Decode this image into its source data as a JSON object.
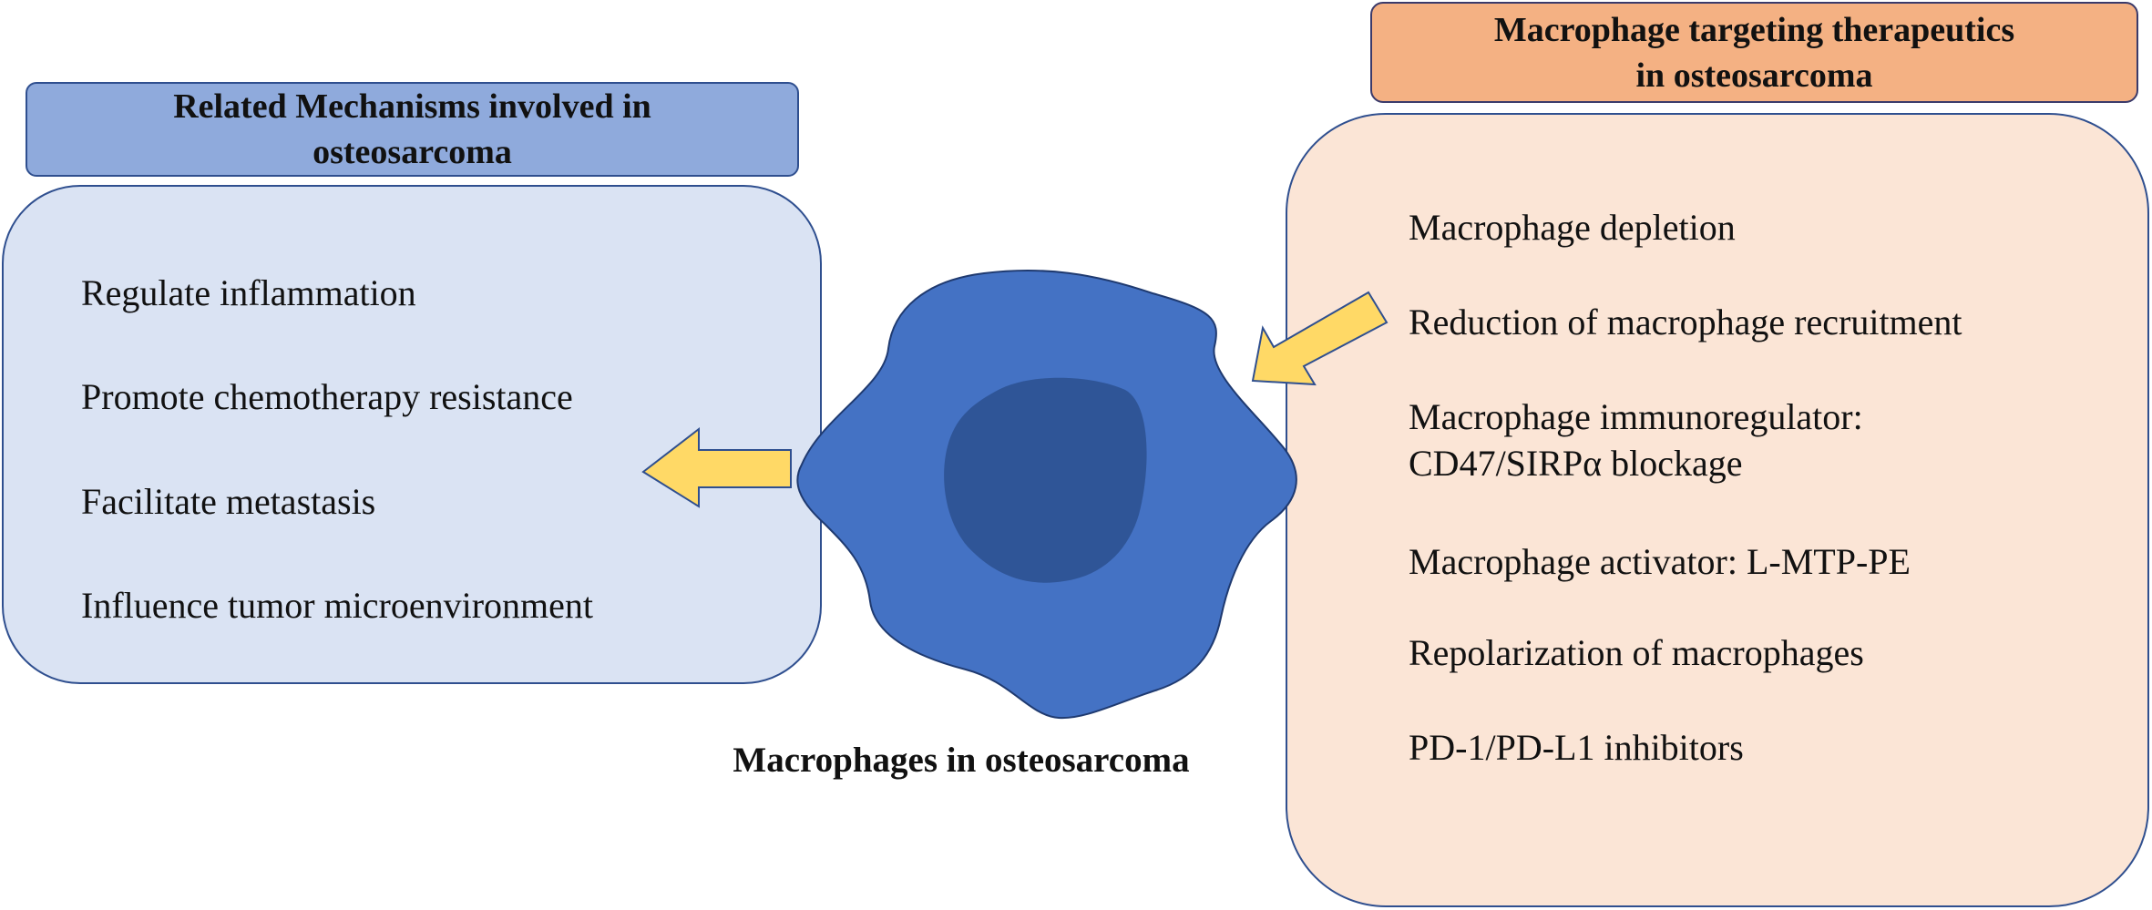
{
  "left_panel": {
    "title_line1": "Related Mechanisms involved in",
    "title_line2": "osteosarcoma",
    "items": [
      "Regulate inflammation",
      "Promote chemotherapy resistance",
      "Facilitate metastasis",
      "Influence tumor microenvironment"
    ],
    "header_color": "#8faadc",
    "box_color": "#dae3f3"
  },
  "right_panel": {
    "title_line1": "Macrophage targeting therapeutics",
    "title_line2": "in osteosarcoma",
    "items": [
      "Macrophage depletion",
      "Reduction of macrophage recruitment",
      "Macrophage immunoregulator:",
      "CD47/SIRPα blockage",
      "Macrophage activator: L-MTP-PE",
      "Repolarization of macrophages",
      "PD-1/PD-L1 inhibitors"
    ],
    "header_color": "#f4b183",
    "box_color": "#fbe5d6"
  },
  "center": {
    "caption": "Macrophages in osteosarcoma",
    "cell_icon": "macrophage-cell-icon",
    "cell_color": "#4472c4",
    "nucleus_color": "#2f5597"
  },
  "arrows": {
    "color": "#ffd966",
    "icon": "block-arrow-icon"
  }
}
